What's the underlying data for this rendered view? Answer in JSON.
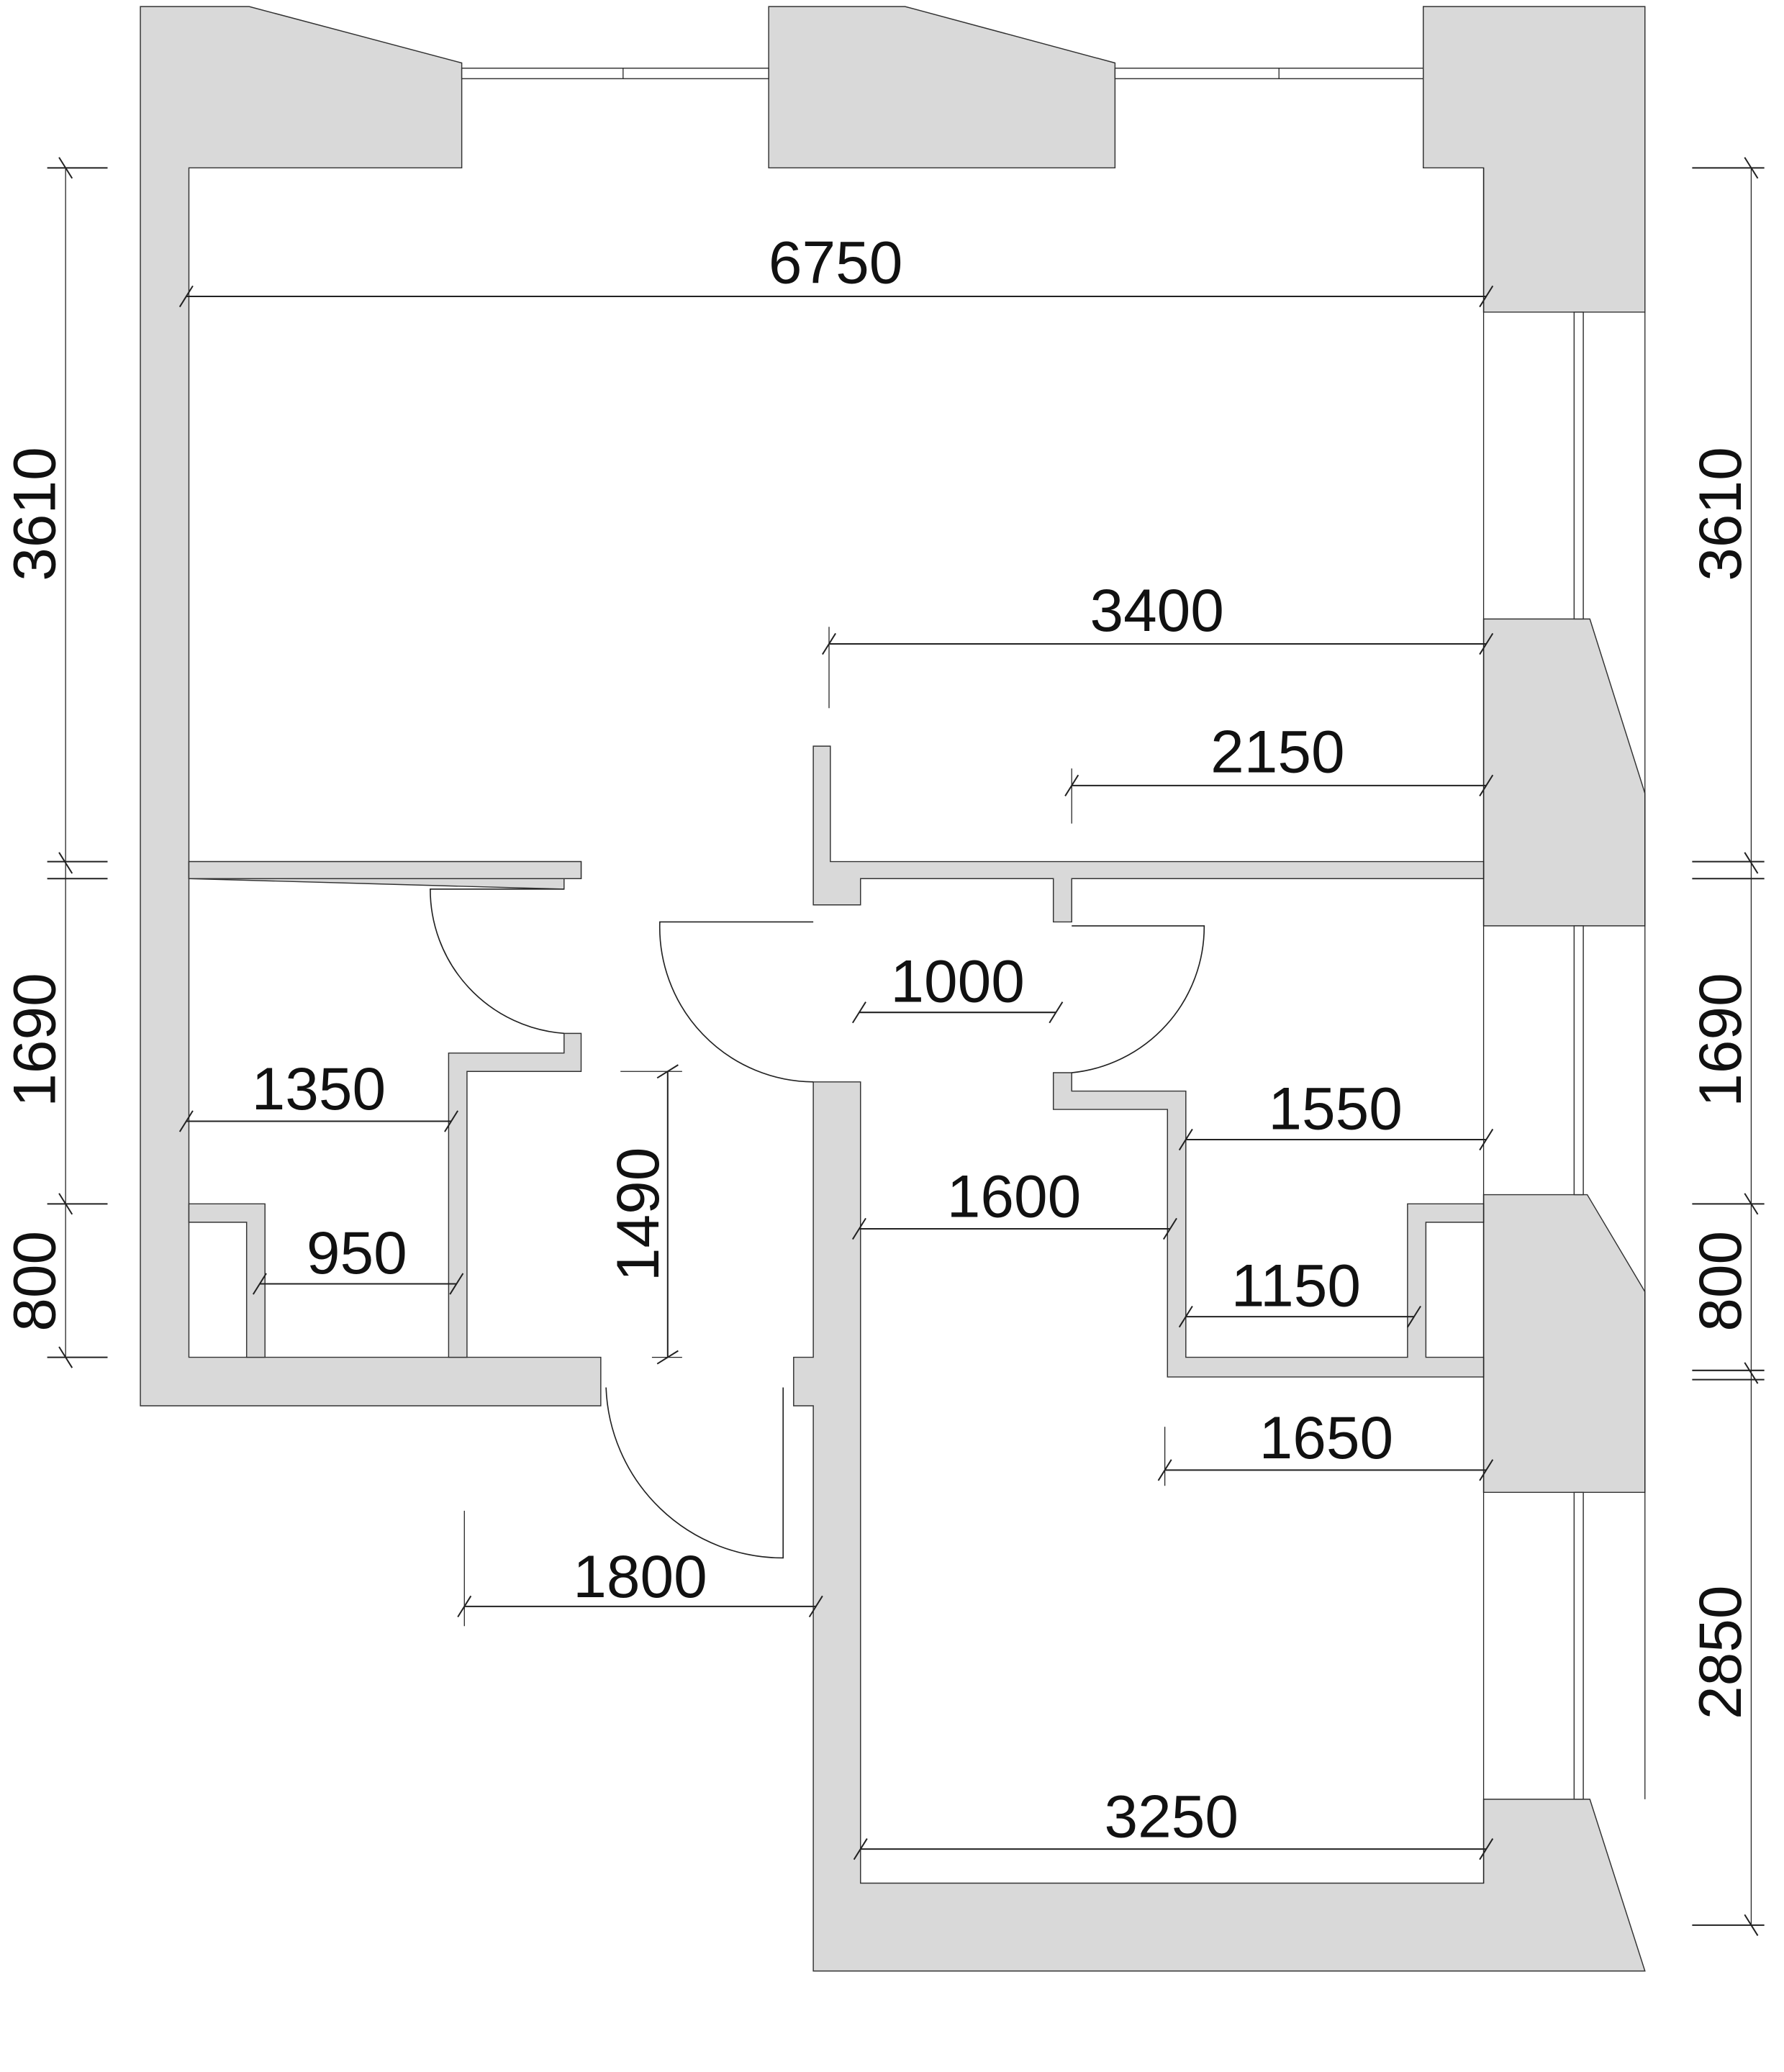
{
  "title": "Apartment floor plan",
  "dimensions": {
    "overall_width": "6750",
    "living_depth": "3400",
    "living_partial": "2150",
    "door_width": "1000",
    "bath_width": "1350",
    "closet_width": "950",
    "hall_length": "1490",
    "room_right_width": "1550",
    "hall_width": "1600",
    "bath_right_width": "1150",
    "bedroom_partial": "1650",
    "entry_width": "1800",
    "bedroom_width": "3250"
  },
  "left_chain": [
    "3610",
    "1690",
    "800"
  ],
  "right_chain": [
    "3610",
    "1690",
    "800",
    "2850"
  ],
  "colors": {
    "wall": "#d9d9d9",
    "line": "#222222"
  }
}
